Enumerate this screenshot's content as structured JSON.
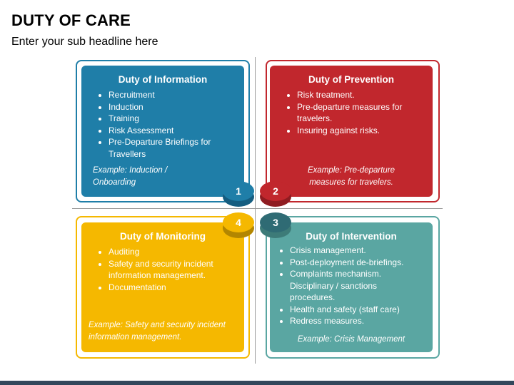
{
  "header": {
    "title": "DUTY OF CARE",
    "subtitle": "Enter your sub headline here"
  },
  "quadrants": [
    {
      "number": "1",
      "title": "Duty of Information",
      "items": [
        "Recruitment",
        "Induction",
        "Training",
        "Risk Assessment",
        "Pre-Departure Briefings for Travellers"
      ],
      "example": "Example: Induction / Onboarding",
      "color": "#1f7ea8"
    },
    {
      "number": "2",
      "title": "Duty of Prevention",
      "items": [
        "Risk treatment.",
        "Pre-departure measures for travelers.",
        "Insuring against risks."
      ],
      "example": "Example: Pre-departure measures for travelers.",
      "color": "#c1272d"
    },
    {
      "number": "3",
      "title": "Duty of Intervention",
      "items": [
        "Crisis management.",
        "Post-deployment de-briefings.",
        "Complaints mechanism. Disciplinary / sanctions procedures.",
        "Health and safety (staff care)",
        "Redress measures."
      ],
      "example": "Example: Crisis Management",
      "color": "#5aa6a2"
    },
    {
      "number": "4",
      "title": "Duty of Monitoring",
      "items": [
        "Auditing",
        "Safety and security incident information management.",
        "Documentation"
      ],
      "example": "Example: Safety and security incident information management.",
      "color": "#f5b800"
    }
  ]
}
